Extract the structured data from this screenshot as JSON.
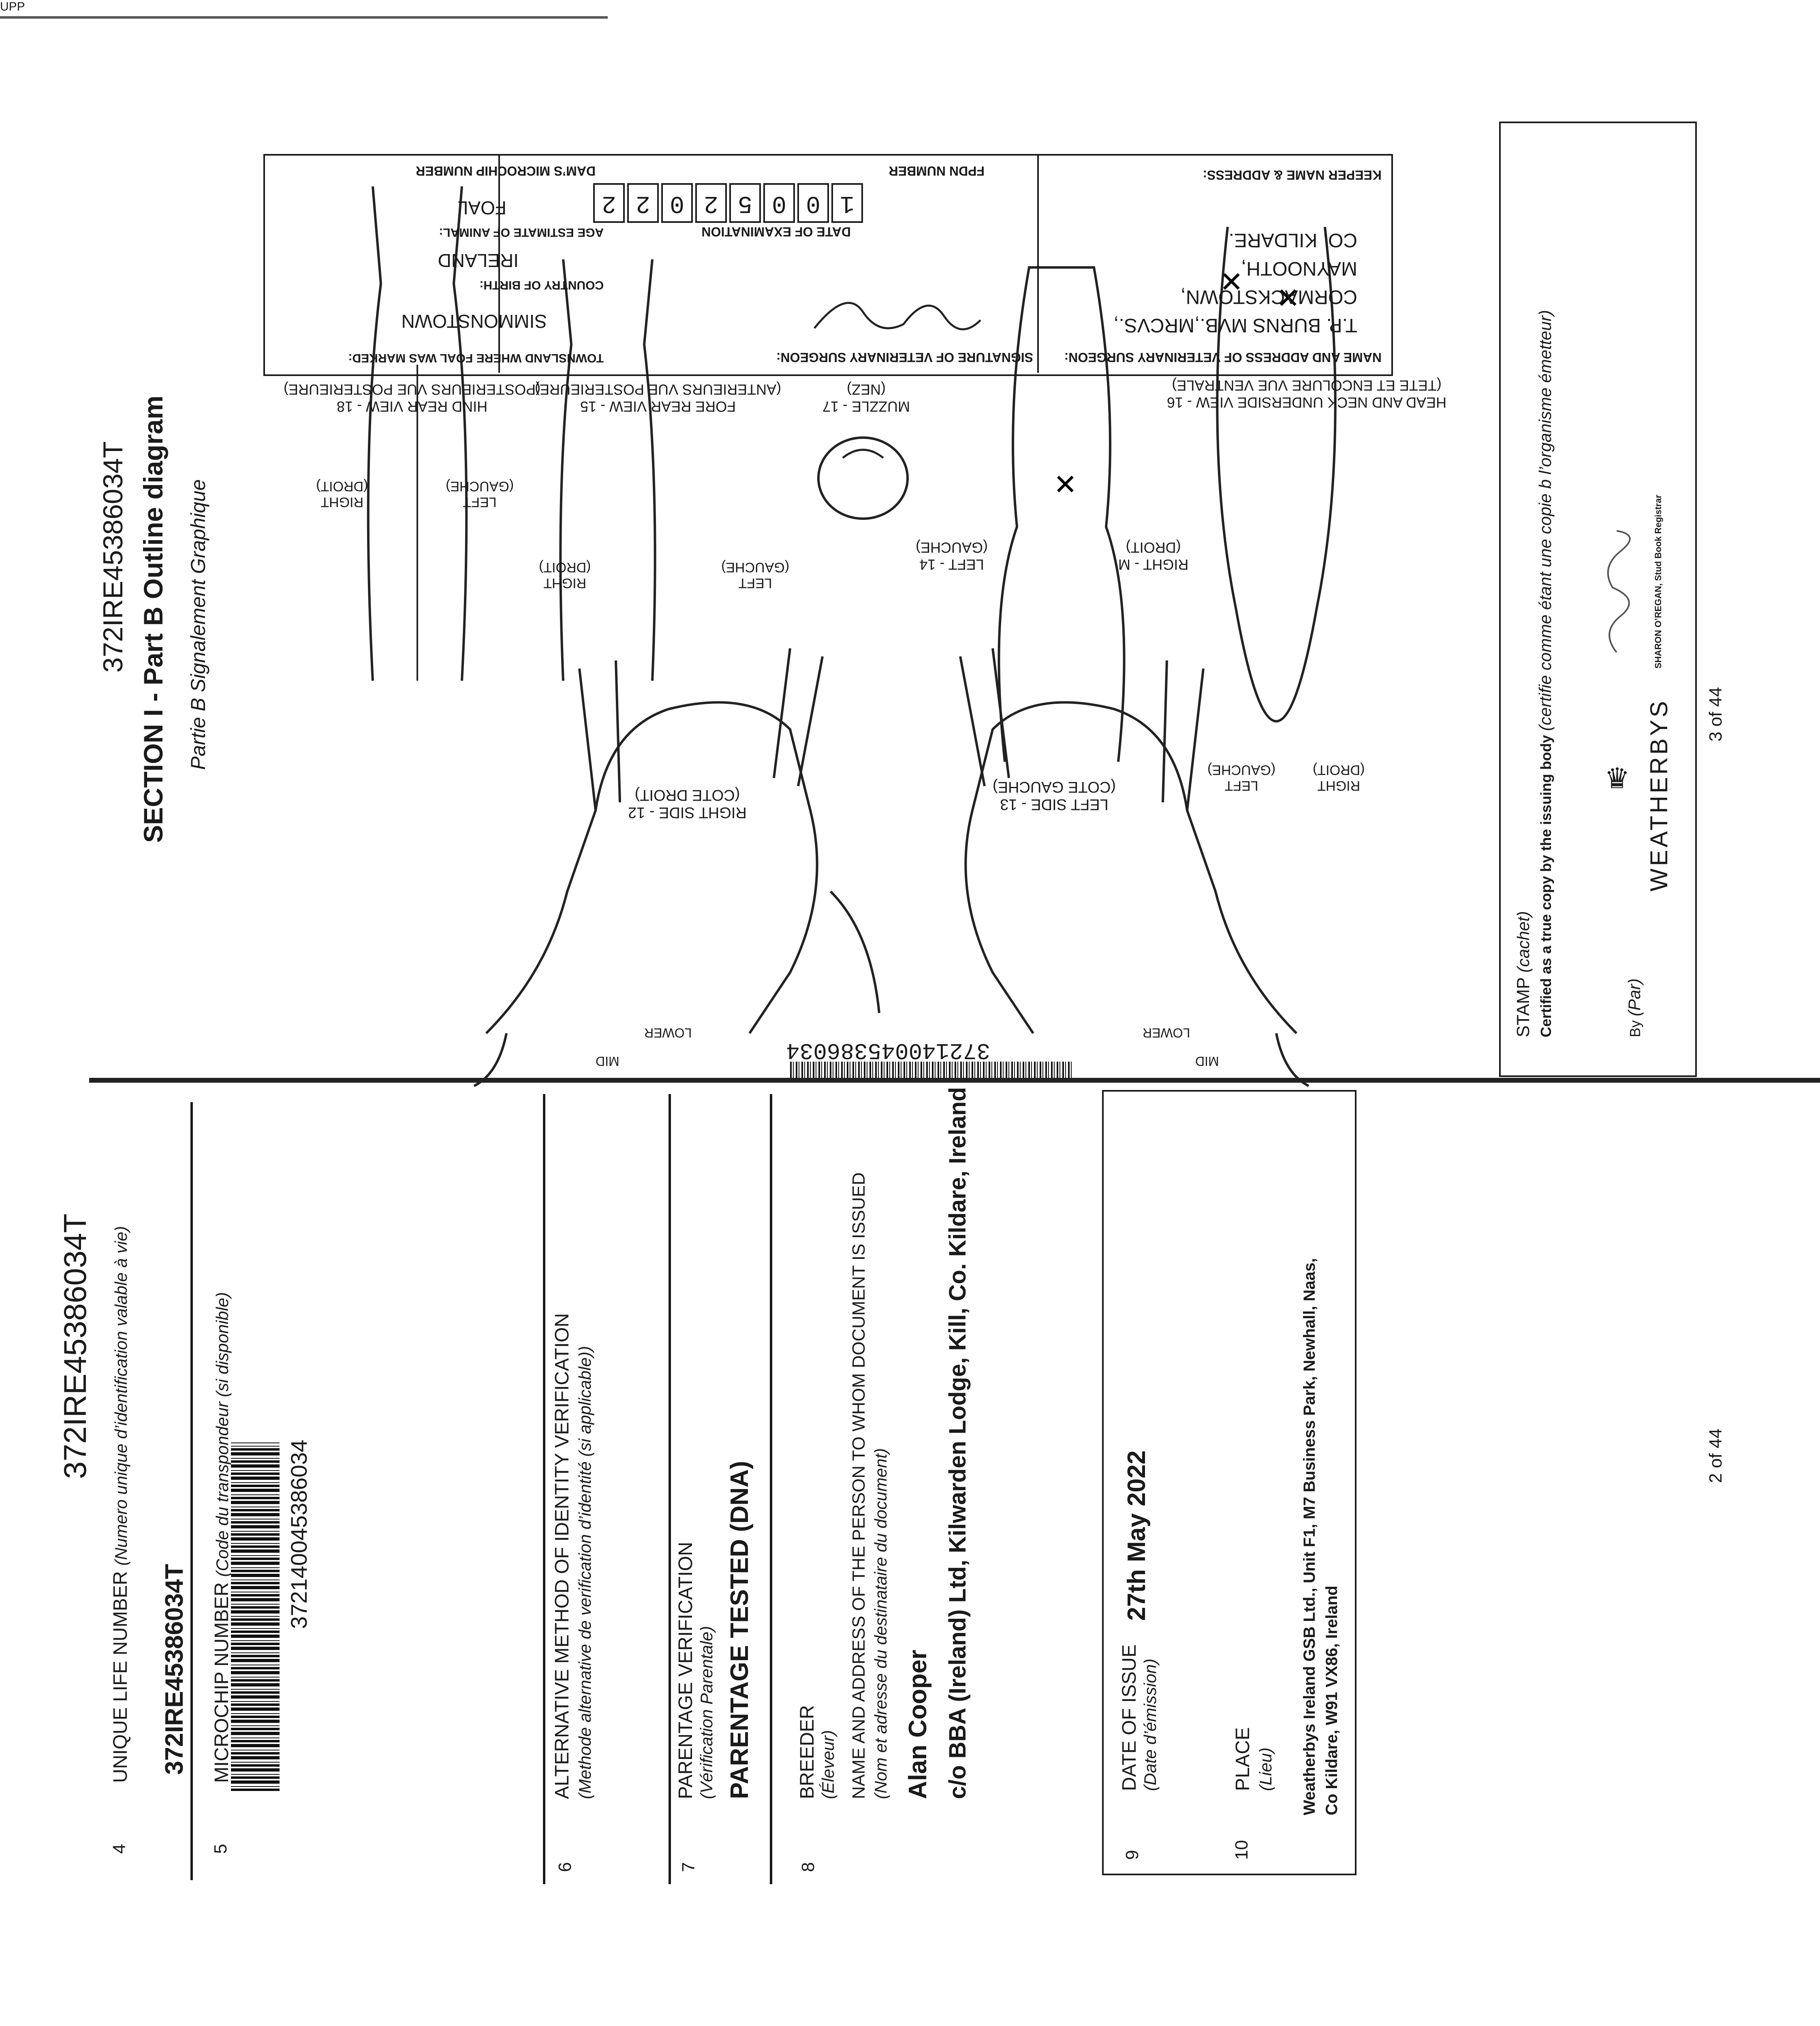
{
  "left_page": {
    "header_id": "372IRE45386034T",
    "field4": {
      "num": "4",
      "label": "UNIQUE LIFE NUMBER",
      "label_fr": "(Numero unique d’identification valable à vie)",
      "value": "372IRE45386034T"
    },
    "field5": {
      "num": "5",
      "label": "MICROCHIP NUMBER",
      "label_fr": "(Code du transpondeur (si disponible)",
      "value": "372140045386034"
    },
    "field6": {
      "num": "6",
      "label": "ALTERNATIVE METHOD OF IDENTITY VERIFICATION",
      "label_fr": "(Methode alternative de verification d’identité (si applicable))"
    },
    "field7": {
      "num": "7",
      "label": "PARENTAGE VERIFICATION",
      "label_fr": "(Vérification Parentale)",
      "value": "PARENTAGE TESTED (DNA)"
    },
    "field8": {
      "num": "8",
      "label": "BREEDER",
      "label_fr": "(Éleveur)",
      "recipient_label": "NAME AND ADDRESS OF THE PERSON TO WHOM DOCUMENT IS ISSUED",
      "recipient_label_fr": "(Nom et adresse du destinataire du document)",
      "name": "Alan Cooper",
      "address": "c/o BBA (Ireland) Ltd, Kilwarden Lodge, Kill, Co. Kildare, Ireland"
    },
    "field9": {
      "num": "9",
      "label": "DATE OF ISSUE",
      "label_fr": "(Date d’émission)",
      "value": "27th May 2022"
    },
    "field10": {
      "num": "10",
      "label": "PLACE",
      "label_fr": "(Lieu)",
      "value_line1": "Weatherbys Ireland GSB Ltd., Unit F1, M7 Business Park, Newhall, Naas,",
      "value_line2": "Co Kildare, W91 VX86, Ireland"
    },
    "page_number": "2 of 44"
  },
  "right_page": {
    "header_id": "372IRE45386034T",
    "title": "SECTION I - Part B Outline diagram",
    "subtitle": "Partie B Signalement Graphique",
    "barcode_number": "372140045386034",
    "views": {
      "right_side": "RIGHT SIDE - 12",
      "right_side_fr": "(COTE DROIT)",
      "left_side": "LEFT SIDE - 13",
      "left_side_fr": "(COTE GAUCHE)",
      "left_14": "LEFT - 14",
      "left_14_fr": "(GAUCHE)",
      "right_m": "RIGHT - M",
      "right_m_fr": "(DROIT)",
      "fore_rear": "FORE REAR VIEW - 15",
      "fore_rear_fr": "(ANTERIEURS VUE POSTERIEURE)",
      "hind_rear": "HIND REAR VIEW - 18",
      "hind_rear_fr": "(POSTERIEURS VUE POSTERIEURE)",
      "muzzle": "MUZZLE - 17",
      "muzzle_fr": "(NEZ)",
      "head_neck": "HEAD AND NECK UNDERSIDE VIEW - 16",
      "head_neck_fr": "(TETE ET ENCOLURE VUE VENTRALE)",
      "left": "LEFT",
      "left_fr": "(GAUCHE)",
      "right": "RIGHT",
      "right_fr": "(DROIT)",
      "lower": "LOWER",
      "mid": "MID",
      "upper": "UPP"
    },
    "vet_box": {
      "name_label": "NAME AND ADDRESS OF VETERINARY SURGEON:",
      "vet_name": "T.P. BURNS MVB.,MRCVS.,",
      "vet_addr1": "CORMACKSTOWN,",
      "vet_addr2": "MAYNOOTH,",
      "vet_addr3": "CO. KILDARE.",
      "keeper_label": "KEEPER NAME & ADDRESS:",
      "signature_label": "SIGNATURE OF VETERINARY SURGEON:",
      "date_label": "DATE OF EXAMINATION",
      "date_digits": [
        "1",
        "0",
        "0",
        "5",
        "2",
        "0",
        "2",
        "2"
      ],
      "fpdn_label": "FPDN NUMBER",
      "townsland_label": "TOWNSLAND WHERE FOAL WAS MARKED:",
      "townsland_value": "SIMMONSTOWN",
      "country_label": "COUNTRY OF BIRTH:",
      "country_value": "IRELAND",
      "age_label": "AGE ESTIMATE OF ANIMAL:",
      "age_value": "FOAL",
      "dam_label": "DAM’S MICROCHIP NUMBER"
    },
    "stamp": {
      "label": "STAMP",
      "label_fr": "(cachet)",
      "certified": "Certified as a true copy by the issuing body",
      "certified_fr": "(certifie comme étant une copie b l’organisme émetteur)",
      "by": "By",
      "by_fr": "(Par)",
      "issuer": "WEATHERBYS",
      "registrar": "SHARON O’REGAN, Stud Book Registrar"
    },
    "page_number": "3 of 44"
  }
}
